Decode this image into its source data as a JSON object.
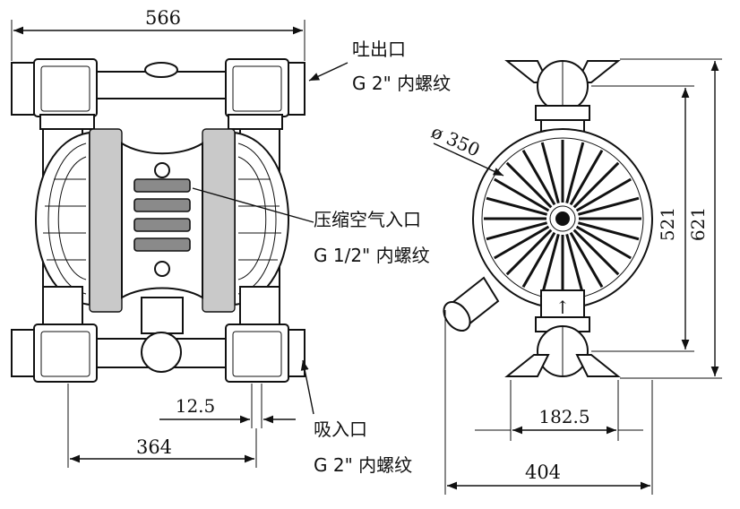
{
  "front_view": {
    "dim_top": "566",
    "dim_small": "12.5",
    "dim_bottom": "364"
  },
  "side_view": {
    "dim_diameter": "ø 350",
    "dim_inner_height": "521",
    "dim_outer_height": "621",
    "dim_port_span": "182.5",
    "dim_total_width": "404"
  },
  "callouts": {
    "outlet_name": "吐出口",
    "outlet_thread": "G 2\" 内螺纹",
    "air_name": "压缩空气入口",
    "air_thread": "G 1/2\" 内螺纹",
    "inlet_name": "吸入口",
    "inlet_thread": "G 2\" 内螺纹"
  }
}
